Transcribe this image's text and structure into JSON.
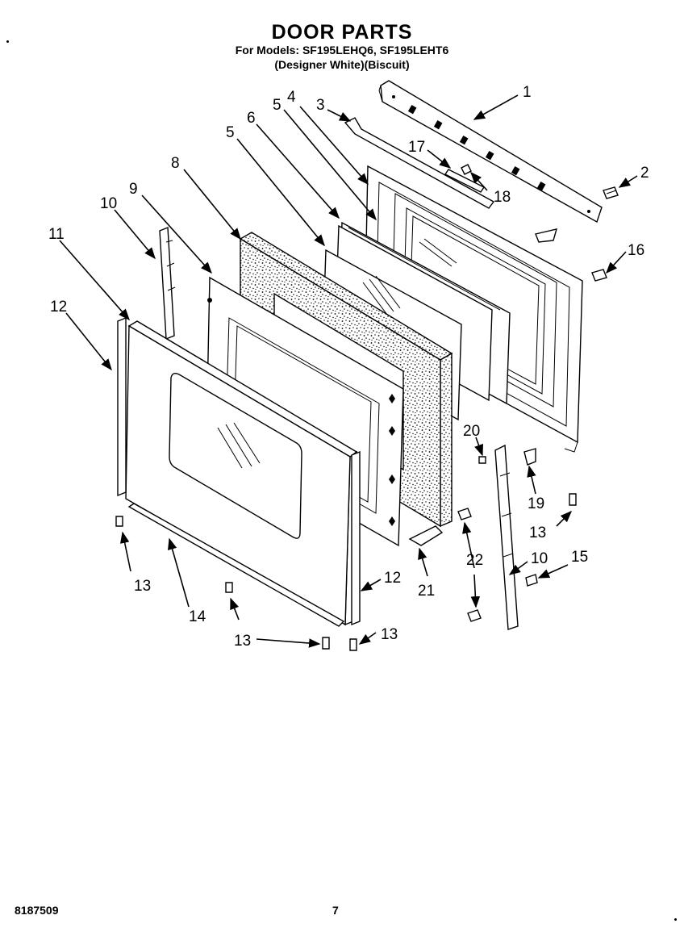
{
  "header": {
    "title": "DOOR PARTS",
    "models_line": "For Models: SF195LEHQ6, SF195LEHT6",
    "colors_line": "(Designer White)(Biscuit)"
  },
  "footer": {
    "doc_number": "8187509",
    "page_number": "7"
  },
  "callouts": [
    "1",
    "2",
    "3",
    "4",
    "5",
    "5",
    "6",
    "8",
    "9",
    "10",
    "10",
    "11",
    "12",
    "12",
    "13",
    "13",
    "13",
    "13",
    "13",
    "14",
    "15",
    "16",
    "17",
    "18",
    "19",
    "20",
    "21",
    "22"
  ]
}
